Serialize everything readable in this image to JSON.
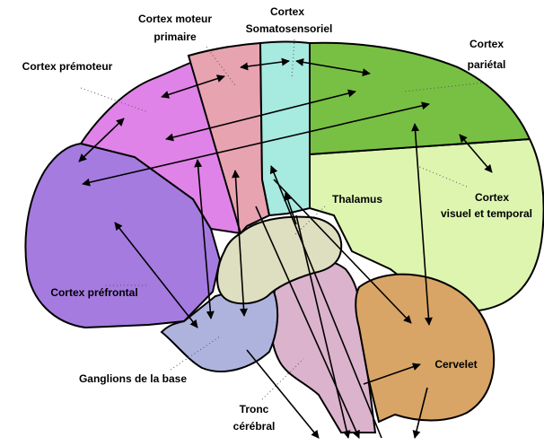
{
  "labels": {
    "motor_1": "Cortex moteur",
    "motor_2": "primaire",
    "somato_1": "Cortex",
    "somato_2": "Somatosensoriel",
    "parietal_1": "Cortex",
    "parietal_2": "pariétal",
    "premotor": "Cortex prémoteur",
    "thalamus": "Thalamus",
    "visual_1": "Cortex",
    "visual_2": "visuel et temporal",
    "prefrontal": "Cortex préfrontal",
    "cerebellum": "Cervelet",
    "basal_ganglia": "Ganglions de la base",
    "brainstem_1": "Tronc",
    "brainstem_2": "cérébral"
  },
  "colors": {
    "premotor": "#e083e8",
    "prefrontal": "#a57be0",
    "motor": "#e8a3b0",
    "somato": "#a7eae0",
    "parietal": "#78c043",
    "visual": "#def5b0",
    "thalamus": "#dedec0",
    "basal_ganglia": "#aeb3de",
    "brainstem": "#dbb3cc",
    "cerebellum": "#d9a566",
    "outline": "#000000"
  }
}
